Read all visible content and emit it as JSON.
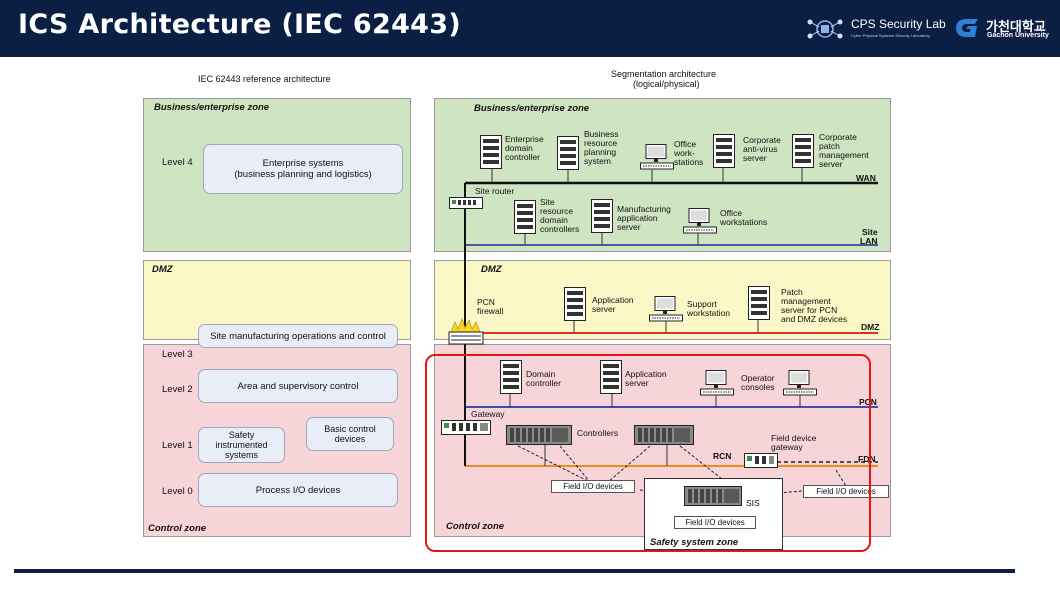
{
  "header": {
    "title": "ICS Architecture (IEC 62443)",
    "lab_name": "CPS Security Lab",
    "lab_subtitle": "Cyber Physical Systems Security Laboratory",
    "university_name": "가천대학교",
    "university_subtitle": "Gachon University"
  },
  "colors": {
    "header_bg": "#0b1e44",
    "business_zone": "#cfe5c2",
    "dmz_zone": "#fbf8c8",
    "control_zone": "#f7d4d8",
    "wan_line": "#111111",
    "lan_line": "#4a5aa8",
    "dmz_line": "#e0302a",
    "pcn_line": "#3a4fa8",
    "rcn_line": "#f08a1c",
    "highlight": "#e01818"
  },
  "left_panel": {
    "title": "IEC 62443 reference architecture",
    "zones": {
      "business": "Business/enterprise zone",
      "dmz": "DMZ",
      "control": "Control zone"
    },
    "levels": {
      "level4": "Level 4",
      "level3": "Level 3",
      "level2": "Level 2",
      "level1": "Level 1",
      "level0": "Level 0"
    },
    "boxes": {
      "enterprise_l1": "Enterprise systems",
      "enterprise_l2": "(business planning and logistics)",
      "site_mfg": "Site manufacturing operations and control",
      "area": "Area and supervisory control",
      "sis_l1": "Safety",
      "sis_l2": "instrumented",
      "sis_l3": "systems",
      "bcd_l1": "Basic control",
      "bcd_l2": "devices",
      "process_io": "Process I/O devices"
    }
  },
  "right_panel": {
    "title_l1": "Segmentation architecture",
    "title_l2": "(logical/physical)",
    "zones": {
      "business": "Business/enterprise zone",
      "dmz": "DMZ",
      "control": "Control zone",
      "safety": "Safety system zone"
    },
    "networks": {
      "wan": "WAN",
      "site_lan_l1": "Site",
      "site_lan_l2": "LAN",
      "dmz": "DMZ",
      "pcn": "PCN",
      "rcn": "RCN",
      "fdn": "FDN"
    },
    "devices": {
      "ent_dc": [
        "Enterprise",
        "domain",
        "controller"
      ],
      "brp": [
        "Business",
        "resource",
        "planning",
        "system"
      ],
      "office_ws": [
        "Office",
        "work-",
        "stations"
      ],
      "corp_av": [
        "Corporate",
        "anti-virus",
        "server"
      ],
      "corp_patch": [
        "Corporate",
        "patch",
        "management",
        "server"
      ],
      "site_router": "Site router",
      "site_dc": [
        "Site",
        "resource",
        "domain",
        "controllers"
      ],
      "mfg_app": [
        "Manufacturing",
        "application",
        "server"
      ],
      "office_ws2": [
        "Office",
        "workstations"
      ],
      "pcn_fw": [
        "PCN",
        "firewall"
      ],
      "dmz_app": [
        "Application",
        "server"
      ],
      "support_ws": [
        "Support",
        "workstation"
      ],
      "dmz_patch": [
        "Patch",
        "management",
        "server for PCN",
        "and DMZ devices"
      ],
      "domain_ctrl": [
        "Domain",
        "controller"
      ],
      "pcn_app": [
        "Application",
        "server"
      ],
      "op_consoles": [
        "Operator",
        "consoles"
      ],
      "gateway": "Gateway",
      "controllers": "Controllers",
      "fd_gateway": [
        "Field device",
        "gateway"
      ],
      "sis": "SIS",
      "field_io_1": "Field I/O devices",
      "field_io_2": "Field I/O devices",
      "field_io_3": "Field I/O devices"
    }
  }
}
